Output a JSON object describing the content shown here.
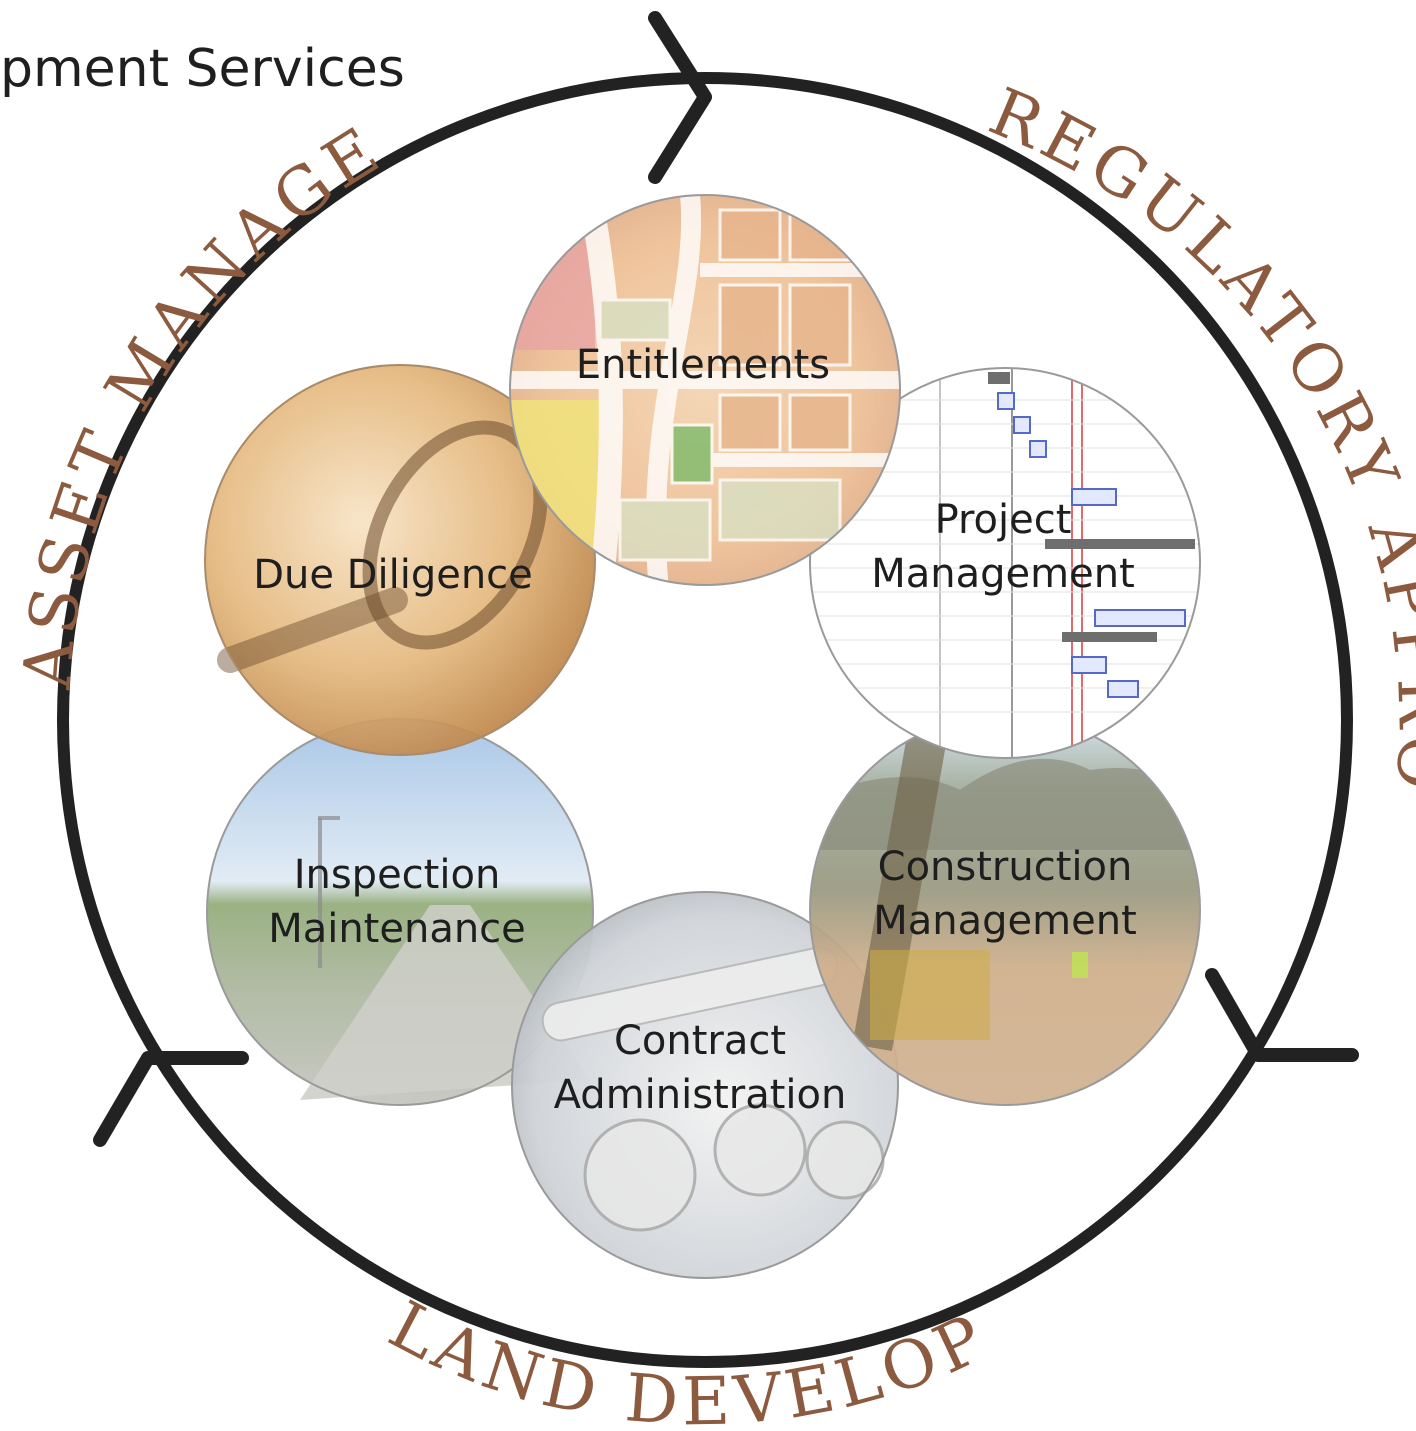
{
  "title": "pment Services",
  "ring_labels": {
    "asset_management": "Asset Management",
    "regulatory_approvals": "Regulatory Approvals",
    "land_development": "Land Development"
  },
  "circles": {
    "entitlements": {
      "line1": "Entitlements"
    },
    "project_management": {
      "line1": "Project",
      "line2": "Management"
    },
    "construction_management": {
      "line1": "Construction",
      "line2": "Management"
    },
    "contract_administration": {
      "line1": "Contract",
      "line2": "Administration"
    },
    "inspection_maintenance": {
      "line1": "Inspection",
      "line2": "Maintenance"
    },
    "due_diligence": {
      "line1": "Due Diligence"
    }
  },
  "colors": {
    "ring": "#222222",
    "ring_label": "#8c5a3e",
    "text": "#1e1e1e"
  }
}
